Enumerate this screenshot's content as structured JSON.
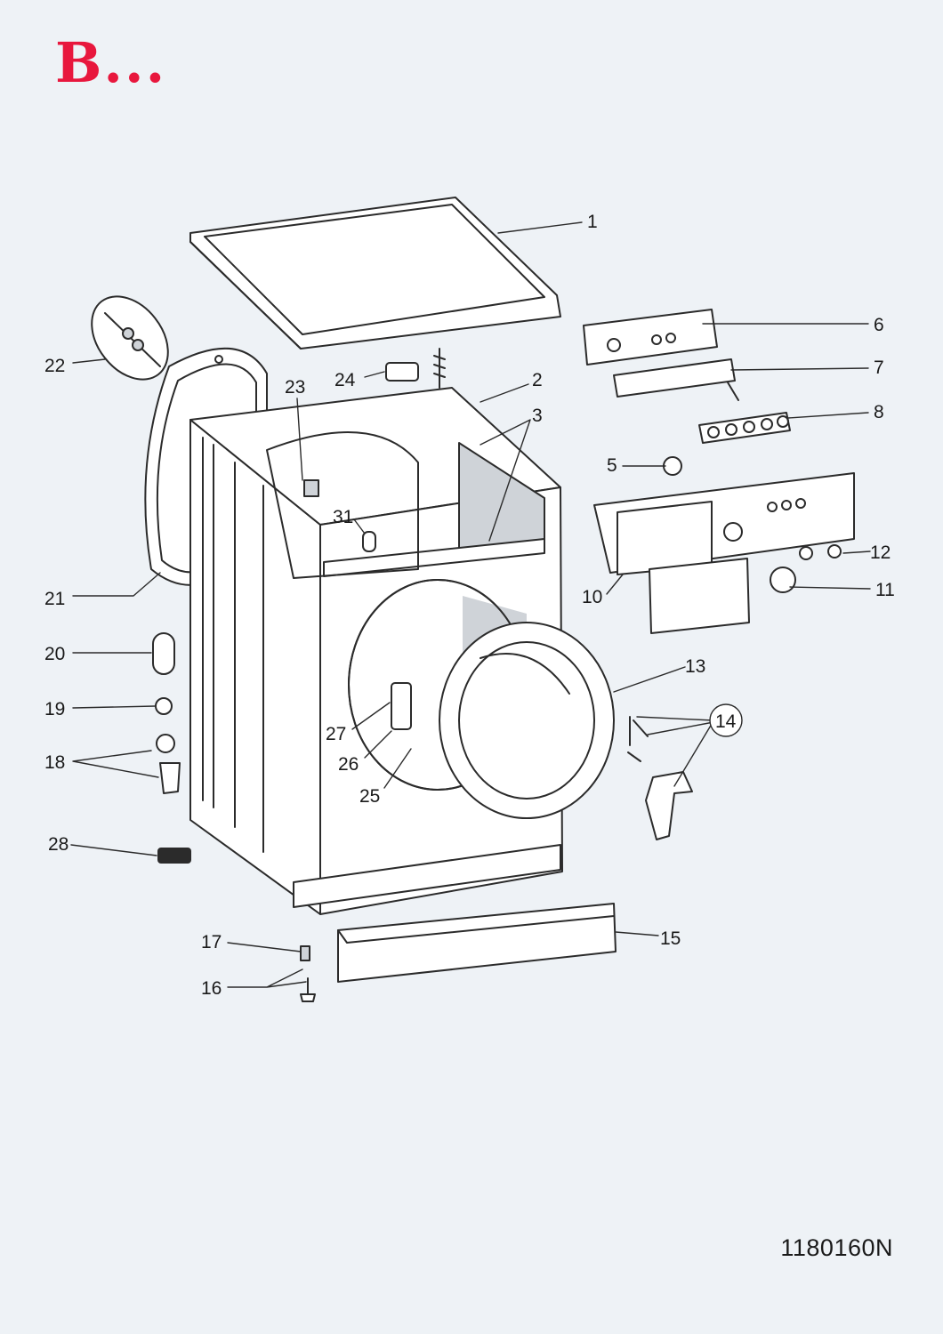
{
  "header": {
    "logo_text": "B..."
  },
  "colors": {
    "logo": "#e8173d",
    "line": "#2b2b2b",
    "part_fill": "#ffffff",
    "shade": "#cfd3d8",
    "background": "#eef2f6"
  },
  "diagram": {
    "callouts": [
      "1",
      "2",
      "3",
      "5",
      "6",
      "7",
      "8",
      "10",
      "11",
      "12",
      "13",
      "14",
      "15",
      "16",
      "17",
      "18",
      "19",
      "20",
      "21",
      "22",
      "23",
      "24",
      "25",
      "26",
      "27",
      "28",
      "31"
    ]
  },
  "footer": {
    "doc_code": "1180160N"
  }
}
